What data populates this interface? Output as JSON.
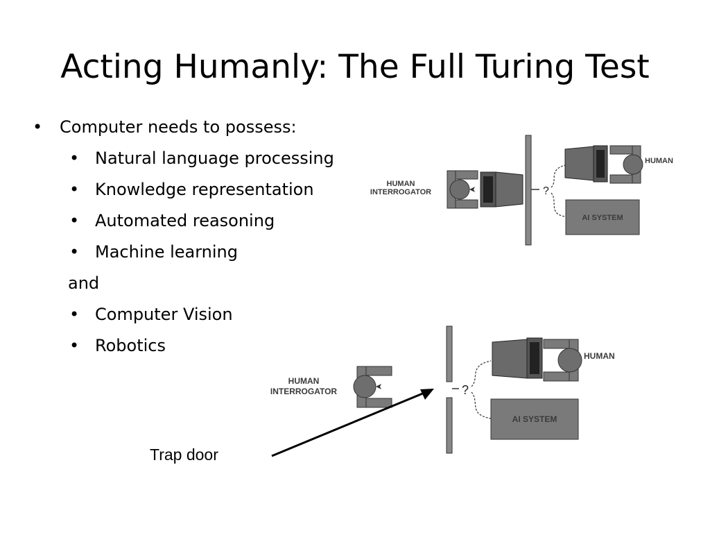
{
  "slide": {
    "title": "Acting Humanly: The Full Turing Test",
    "bullets": [
      {
        "text": "Computer needs to possess:",
        "level": 1
      },
      {
        "text": "Natural language processing",
        "level": 2
      },
      {
        "text": "Knowledge representation",
        "level": 2
      },
      {
        "text": "Automated reasoning",
        "level": 2
      },
      {
        "text": "Machine learning",
        "level": 2
      },
      {
        "text": "and",
        "level": 0
      },
      {
        "text": "Computer Vision",
        "level": 2
      },
      {
        "text": "Robotics",
        "level": 2
      }
    ],
    "bullet_glyph": "•",
    "diagram_top": {
      "interrogator_line1": "HUMAN",
      "interrogator_line2": "INTERROGATOR",
      "human_label": "HUMAN",
      "ai_label": "AI SYSTEM",
      "question": "?"
    },
    "diagram_bottom": {
      "interrogator_line1": "HUMAN",
      "interrogator_line2": "INTERROGATOR",
      "human_label": "HUMAN",
      "ai_label": "AI SYSTEM",
      "question": "?"
    },
    "trap_door_label": "Trap door"
  }
}
